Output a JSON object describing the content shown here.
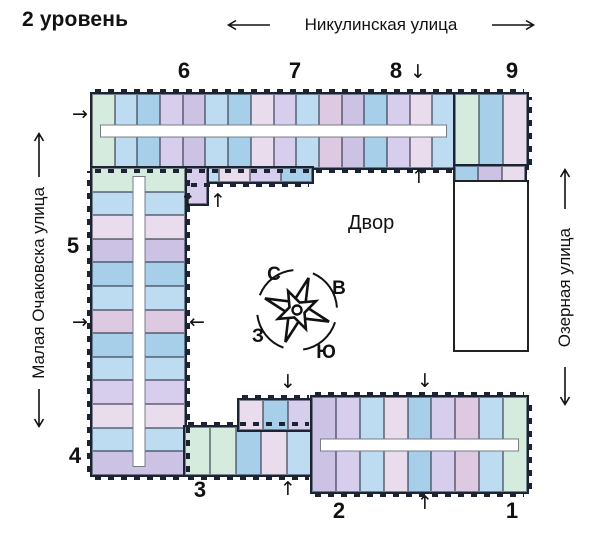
{
  "title": "2 уровень",
  "streets": {
    "top": "Никулинская улица",
    "left": "Малая Очаковска улица",
    "right": "Озерная улица"
  },
  "courtyard": "Двор",
  "compass": {
    "n": "С",
    "e": "В",
    "s": "Ю",
    "w": "З"
  },
  "sections": [
    {
      "label": "6"
    },
    {
      "label": "7"
    },
    {
      "label": "8"
    },
    {
      "label": "9"
    },
    {
      "label": "5"
    },
    {
      "label": "4"
    },
    {
      "label": "3"
    },
    {
      "label": "2"
    },
    {
      "label": "1"
    }
  ],
  "glyphs": {
    "up": "↑",
    "down": "↓",
    "left": "←",
    "right": "→"
  },
  "colors": {
    "wall": "#1c2433",
    "blue": "#bedcf1",
    "blue2": "#a8cfea",
    "purple": "#d7cdec",
    "lav": "#cbc2e4",
    "pink": "#e9dcec",
    "pink2": "#ddc9e1",
    "green": "#d4ebde"
  },
  "patterns": {
    "top": [
      "green",
      "blue",
      "blue2",
      "purple",
      "lav",
      "blue",
      "blue2",
      "pink",
      "purple",
      "blue",
      "pink2",
      "lav",
      "blue2",
      "purple",
      "pink",
      "blue"
    ],
    "sec9": [
      "green",
      "blue2",
      "pink"
    ],
    "nineExt": [
      "blue2",
      "lav",
      "pink"
    ],
    "innerExt": [
      "blue",
      "pink",
      "purple",
      "blue2"
    ],
    "corner": [
      "purple"
    ],
    "left": [
      "green",
      "blue",
      "pink",
      "lav",
      "blue2",
      "blue",
      "pink2",
      "blue2",
      "blue",
      "purple",
      "pink",
      "blue",
      "lav"
    ],
    "strip3": [
      "green",
      "green",
      "blue2",
      "pink",
      "blue"
    ],
    "raised": [
      "pink",
      "blue2",
      "purple"
    ],
    "main": [
      "lav",
      "purple",
      "blue",
      "pink",
      "blue2",
      "purple",
      "pink2",
      "blue",
      "green"
    ]
  }
}
